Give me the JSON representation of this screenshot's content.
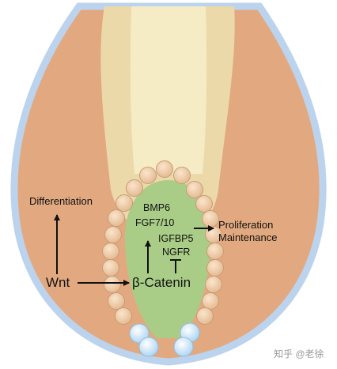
{
  "labels": {
    "differentiation": "Differentiation",
    "wnt": "Wnt",
    "beta_catenin": "β-Catenin",
    "bmp6": "BMP6",
    "fgf": "FGF7/10",
    "igfbp5": "IGFBP5",
    "ngfr": "NGFR",
    "proliferation": "Proliferation",
    "maintenance": "Maintenance"
  },
  "watermark": "知乎 @老徐",
  "colors": {
    "outer_sheath": "#e2a980",
    "outer_border": "#bcd3ee",
    "inner_sheath": "#ecd9aa",
    "hair_shaft": "#f5ecc6",
    "papilla": "#a9cd87",
    "matrix_cell": "#eec9a4",
    "stem_cell": "#c6e2f7",
    "arrow": "#111111"
  }
}
